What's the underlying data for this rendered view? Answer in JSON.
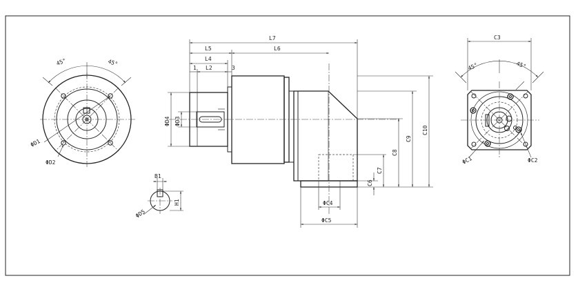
{
  "labels": {
    "L7": "L7",
    "L5": "L5",
    "L6": "L6",
    "L4": "L4",
    "L2": "L2",
    "L1": "1",
    "L3": "3",
    "D4": "ΦD4",
    "D3": "ΦD3",
    "C10": "C10",
    "C9": "C9",
    "C8": "C8",
    "C7": "C7",
    "C6": "C6",
    "C4": "ΦC4",
    "C5": "ΦC5",
    "C3": "C3",
    "C1": "ΦC1",
    "C2": "ΦC2",
    "D1": "ΦD1",
    "D2": "ΦD2",
    "B1": "B1",
    "H1": "H1",
    "D5": "ΦD5",
    "angle_left_a": "45°",
    "angle_left_b": "45°",
    "angle_right_a": "45°",
    "angle_right_b": "45°"
  }
}
